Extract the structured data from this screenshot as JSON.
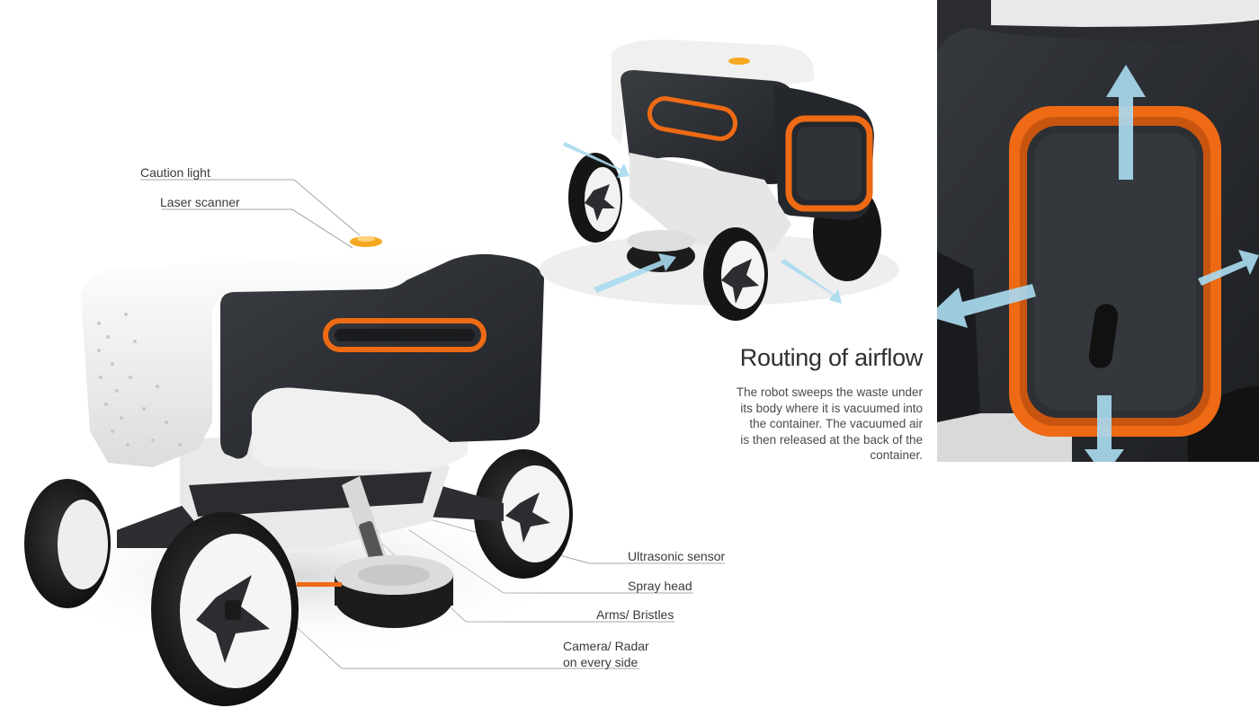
{
  "callouts": {
    "caution_light": "Caution light",
    "laser_scanner": "Laser scanner",
    "ultrasonic_sensor": "Ultrasonic sensor",
    "spray_head": "Spray head",
    "arms_bristles": "Arms/ Bristles",
    "camera_radar_line1": "Camera/ Radar",
    "camera_radar_line2": "on every side"
  },
  "airflow": {
    "heading": "Routing of airflow",
    "description_lines": [
      "The robot sweeps the waste under",
      "its body where it is vacuumed into",
      "the container. The vacuumed air",
      "is then released at the back of the",
      "container."
    ]
  },
  "colors": {
    "accent_orange": "#ee6a14",
    "body_dark": "#2a2d31",
    "body_white": "#f2f2f2",
    "airflow_blue": "#a9d9ee",
    "caution_yellow": "#f5a820"
  },
  "icons": [
    "airflow-arrow-icon"
  ]
}
